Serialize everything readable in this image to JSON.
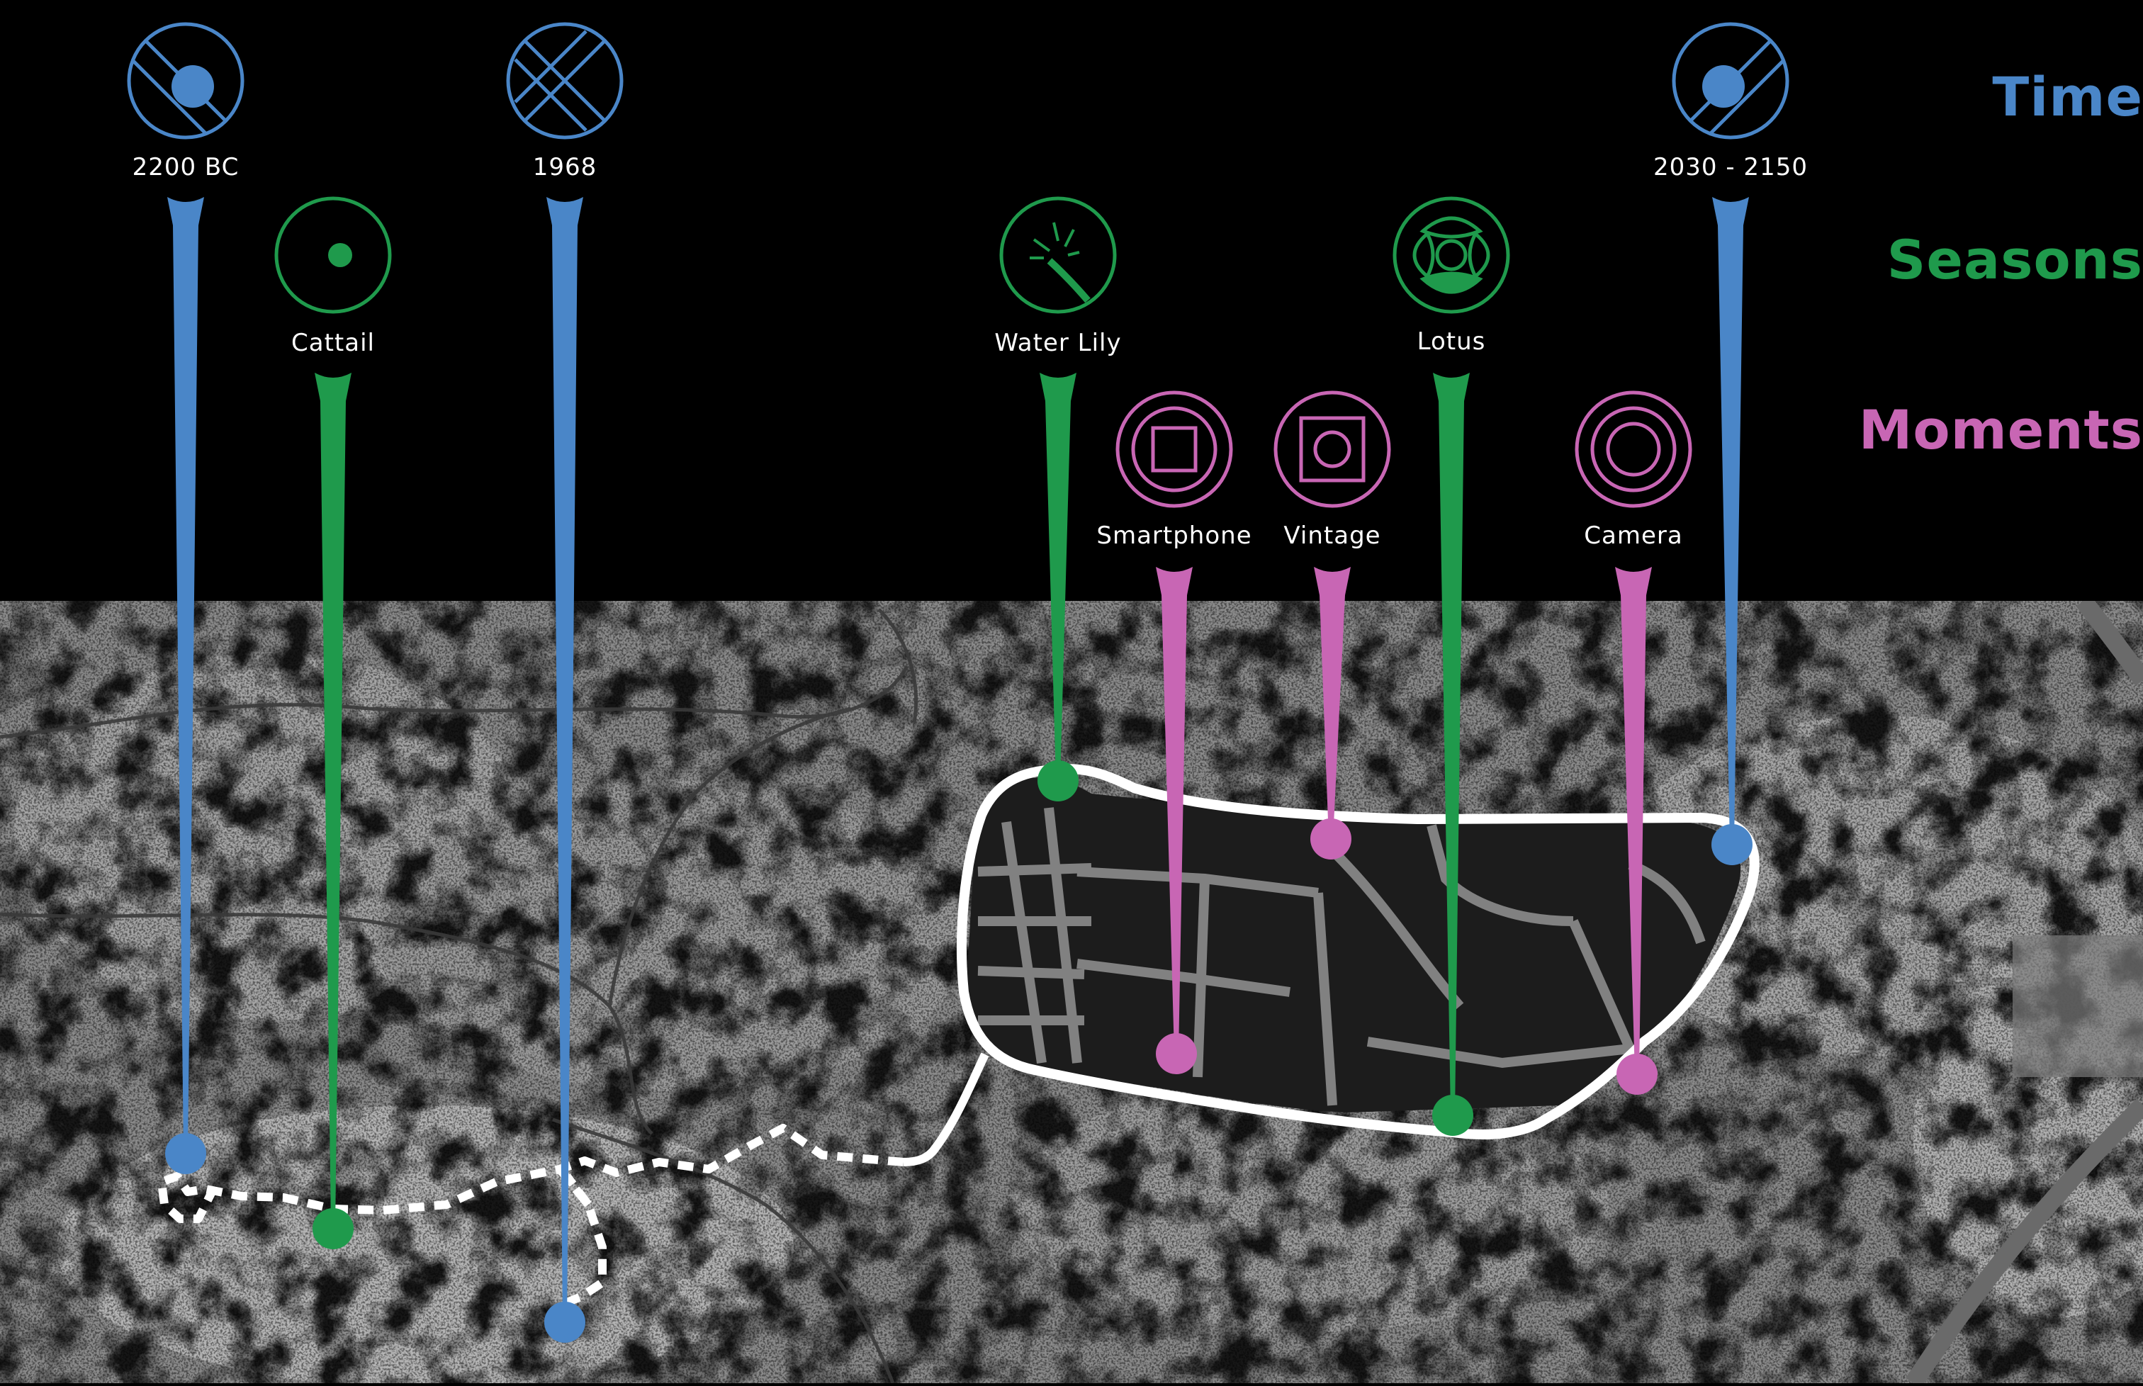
{
  "colors": {
    "time": "#4a86c8",
    "seasons": "#1f9a4c",
    "moments": "#c866b4",
    "route": "#ffffff",
    "background": "#000000"
  },
  "legend": {
    "time": "Time",
    "seasons": "Seasons",
    "moments": "Moments"
  },
  "markers": {
    "bc2200": {
      "label": "2200 BC",
      "category": "time",
      "icon": "circle-dot-slash-icon"
    },
    "cattail": {
      "label": "Cattail",
      "category": "seasons",
      "icon": "circle-dot-icon"
    },
    "y1968": {
      "label": "1968",
      "category": "time",
      "icon": "circle-cross-icon"
    },
    "waterlily": {
      "label": "Water Lily",
      "category": "seasons",
      "icon": "water-lily-icon"
    },
    "smartphone": {
      "label": "Smartphone",
      "category": "moments",
      "icon": "circle-square-icon"
    },
    "vintage": {
      "label": "Vintage",
      "category": "moments",
      "icon": "circle-square-dot-icon"
    },
    "lotus": {
      "label": "Lotus",
      "category": "seasons",
      "icon": "lotus-icon"
    },
    "camera": {
      "label": "Camera",
      "category": "moments",
      "icon": "circle-rings-icon"
    },
    "y2030": {
      "label": "2030 - 2150",
      "category": "time",
      "icon": "circle-dot-slash-icon"
    }
  }
}
